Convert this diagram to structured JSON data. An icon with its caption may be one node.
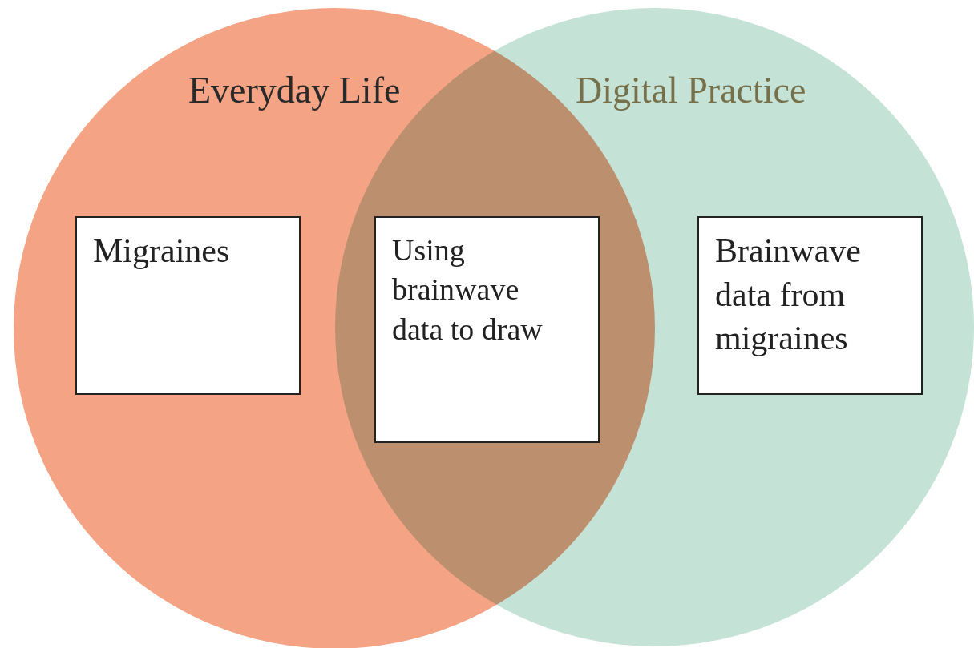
{
  "diagram": {
    "nodes": [
      {
        "text": [
          "Everyday Life"
        ]
      },
      {
        "text": [
          "Digital Practice"
        ]
      },
      {
        "text": [
          "Migraines"
        ],
        "in": 0
      },
      {
        "text": [
          "Using brainwave data to draw"
        ]
      },
      {
        "text": [
          "Brainwave data from migraines"
        ],
        "in": 1
      }
    ]
  }
}
